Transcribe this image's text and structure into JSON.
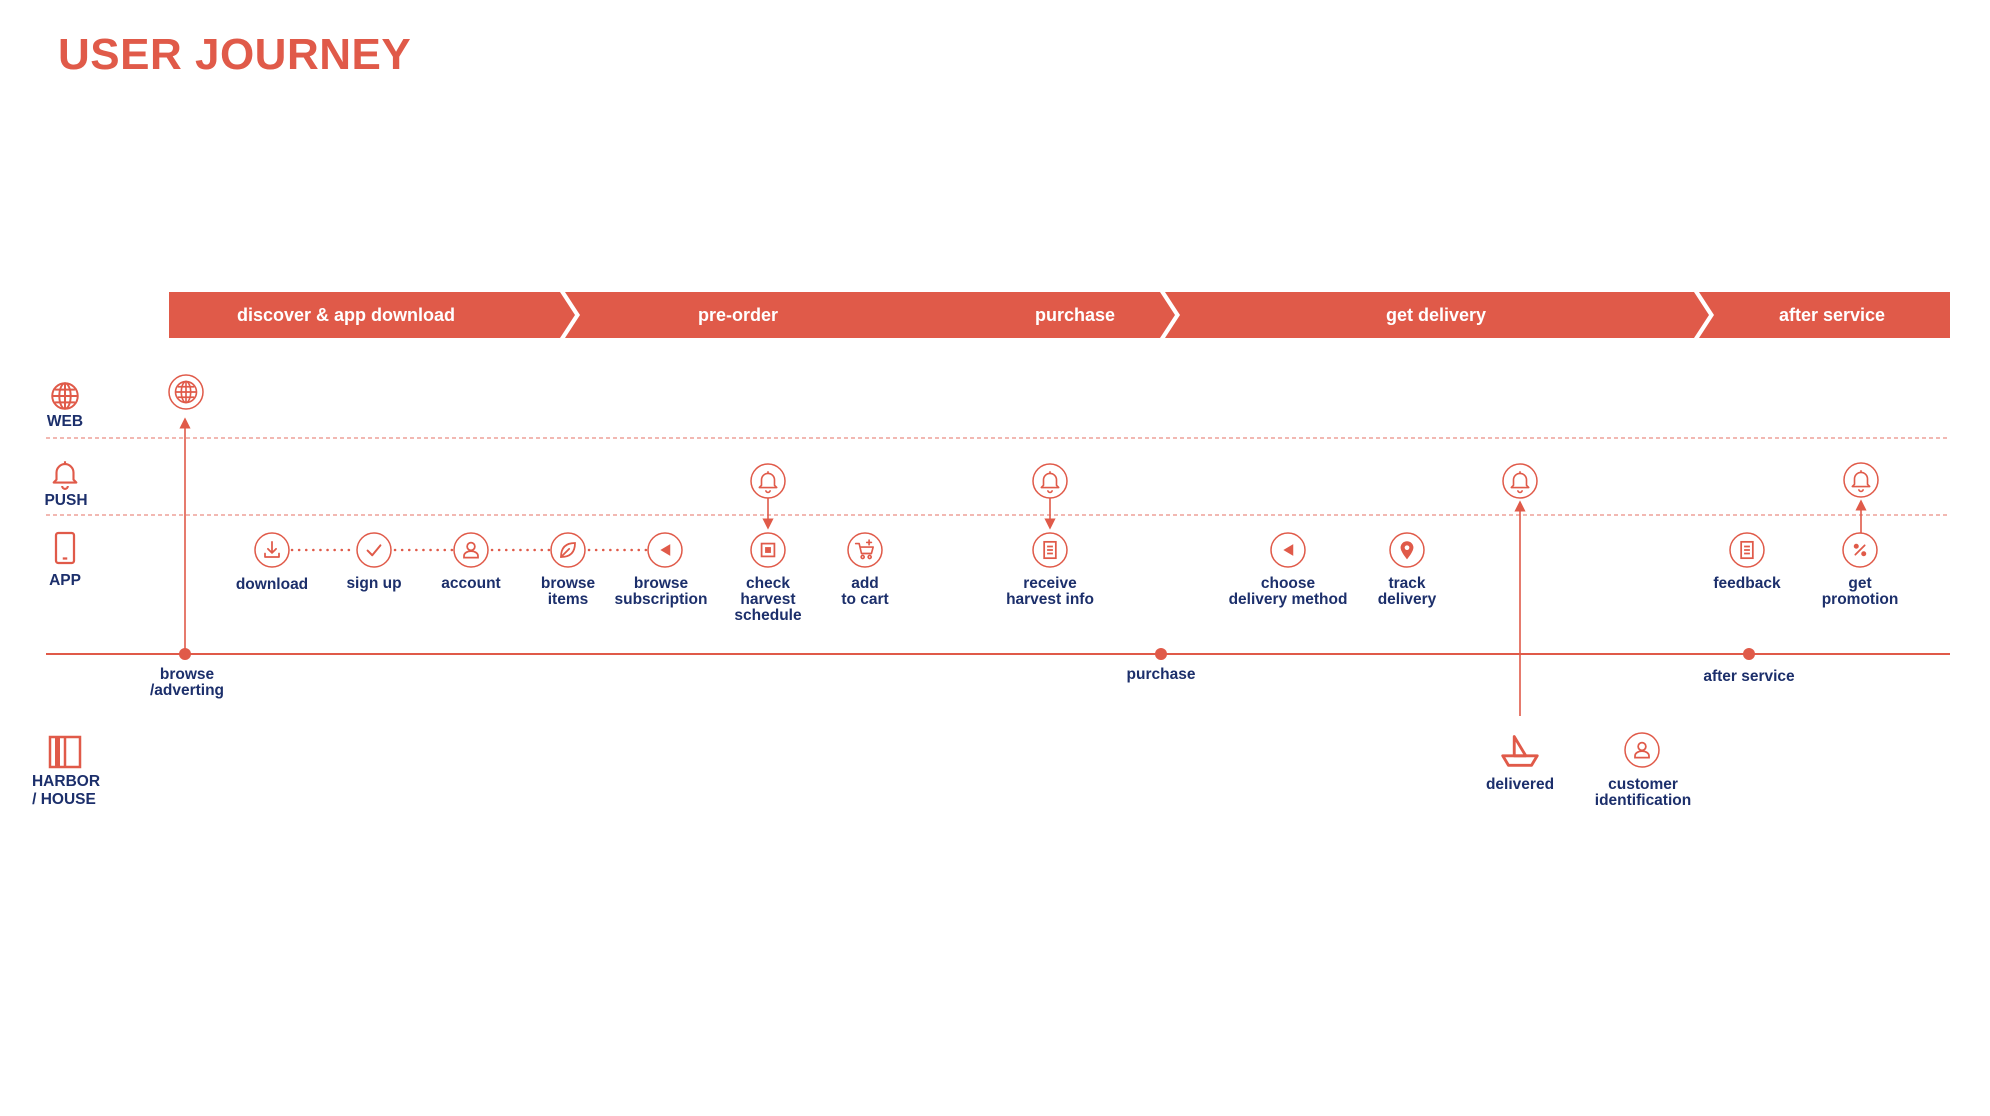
{
  "title": "USER JOURNEY",
  "colors": {
    "accent": "#e05a49",
    "label": "#1c2f6b",
    "background": "#ffffff"
  },
  "phases": [
    "discover & app download",
    "pre-order",
    "purchase",
    "get delivery",
    "after service"
  ],
  "channels": {
    "web": "WEB",
    "push": "PUSH",
    "app": "APP",
    "harbor": [
      "HARBOR",
      "/ HOUSE"
    ]
  },
  "app_steps": {
    "download": [
      "download"
    ],
    "sign_up": [
      "sign up"
    ],
    "account": [
      "account"
    ],
    "browse_items": [
      "browse",
      "items"
    ],
    "browse_subscription": [
      "browse",
      "subscription"
    ],
    "check_harvest_schedule": [
      "check",
      "harvest",
      "schedule"
    ],
    "add_to_cart": [
      "add",
      "to cart"
    ],
    "receive_harvest_info": [
      "receive",
      "harvest info"
    ],
    "choose_delivery_method": [
      "choose",
      "delivery method"
    ],
    "track_delivery": [
      "track",
      "delivery"
    ],
    "feedback": [
      "feedback"
    ],
    "get_promotion": [
      "get",
      "promotion"
    ]
  },
  "timeline": {
    "browse_advertising": [
      "browse",
      "/adverting"
    ],
    "purchase": [
      "purchase"
    ],
    "after_service": [
      "after service"
    ]
  },
  "harbor_steps": {
    "delivered": [
      "delivered"
    ],
    "customer_identification": [
      "customer",
      "identification"
    ]
  },
  "icons": {
    "web": "globe-icon",
    "push": "bell-icon",
    "app": "phone-icon",
    "harbor": "house-icon",
    "download": "download-icon",
    "sign_up": "check-icon",
    "account": "user-icon",
    "browse_items": "leaf-icon",
    "browse_subscription": "arrow-icon",
    "check_harvest_schedule": "calendar-icon",
    "add_to_cart": "cart-icon",
    "receive_harvest_info": "document-icon",
    "choose_delivery_method": "arrow-icon",
    "track_delivery": "location-pin-icon",
    "feedback": "document-icon",
    "get_promotion": "percent-icon",
    "delivered": "boat-icon",
    "customer_identification": "user-icon"
  }
}
